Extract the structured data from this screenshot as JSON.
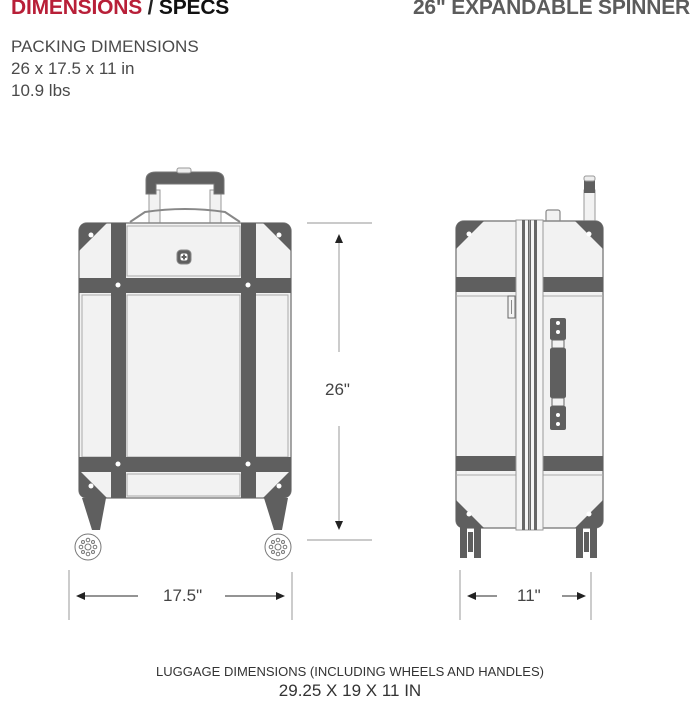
{
  "header": {
    "title_accent": "DIMENSIONS",
    "title_separator": " / ",
    "title_rest": "SPECS",
    "product_name": "26\" EXPANDABLE SPINNER",
    "accent_color": "#b81f38",
    "product_color": "#5c5c5c"
  },
  "packing": {
    "label": "PACKING DIMENSIONS",
    "dimensions": "26 x 17.5 x 11 in",
    "weight": "10.9 lbs"
  },
  "diagram": {
    "front_view": {
      "height_label": "26\"",
      "width_label": "17.5\""
    },
    "side_view": {
      "depth_label": "11\""
    },
    "strap_color": "#5f5f5f",
    "body_color": "#f2f2f2"
  },
  "footer": {
    "luggage_label": "LUGGAGE DIMENSIONS (INCLUDING WHEELS AND HANDLES)",
    "luggage_dimensions": "29.25 X 19 X 11 IN"
  }
}
